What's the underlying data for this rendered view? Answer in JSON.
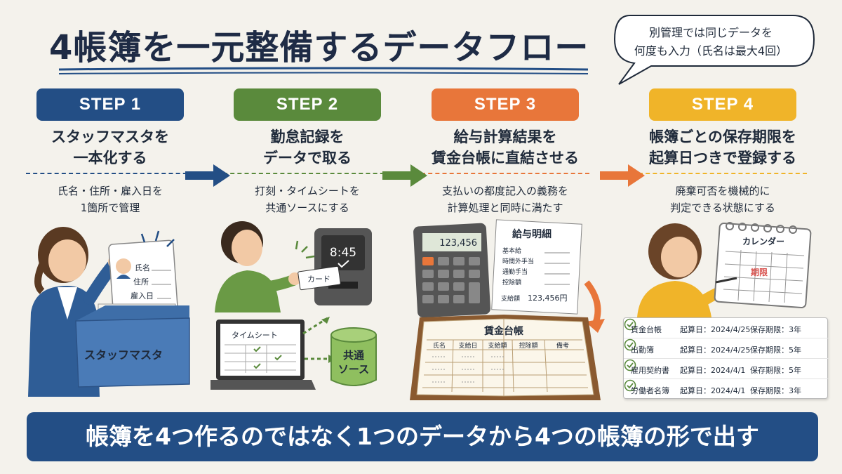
{
  "title": "4帳簿を一元整備するデータフロー",
  "bubble": {
    "line1": "別管理では同じデータを",
    "line2": "何度も入力（氏名は最大4回）"
  },
  "steps": [
    {
      "label": "STEP 1",
      "title1": "スタッフマスタを",
      "title2": "一本化する",
      "desc1": "氏名・住所・雇入日を",
      "desc2": "1箇所で管理",
      "color": "#234e85"
    },
    {
      "label": "STEP 2",
      "title1": "勤怠記録を",
      "title2": "データで取る",
      "desc1": "打刻・タイムシートを",
      "desc2": "共通ソースにする",
      "color": "#5a8a3c"
    },
    {
      "label": "STEP 3",
      "title1": "給与計算結果を",
      "title2": "賃金台帳に直結させる",
      "desc1": "支払いの都度記入の義務を",
      "desc2": "計算処理と同時に満たす",
      "color": "#e8763a"
    },
    {
      "label": "STEP 4",
      "title1": "帳簿ごとの保存期限を",
      "title2": "起算日つきで登録する",
      "desc1": "廃棄可否を機械的に",
      "desc2": "判定できる状態にする",
      "color": "#f0b429"
    }
  ],
  "step1_illus": {
    "card_name": "氏名",
    "card_address": "住所",
    "card_hire": "雇入日",
    "box_label": "スタッフマスタ"
  },
  "step2_illus": {
    "clock_time": "8:45",
    "card_label": "カード",
    "timesheet_title": "タイムシート",
    "source_label1": "共通",
    "source_label2": "ソース"
  },
  "step3_illus": {
    "calc_display": "123,456",
    "payslip_title": "給与明細",
    "payslip_items": [
      "基本給",
      "時間外手当",
      "通勤手当",
      "控除額"
    ],
    "payslip_total_label": "支給額",
    "payslip_total_value": "123,456円",
    "ledger_title": "賃金台帳",
    "ledger_columns": [
      "氏名",
      "支給日",
      "支給額",
      "控除額",
      "備考"
    ]
  },
  "step4_illus": {
    "calendar_title": "カレンダー",
    "calendar_mark": "期限",
    "records": [
      {
        "name": "賃金台帳",
        "start": "起算日：2024/4/25",
        "period": "保存期限：3年"
      },
      {
        "name": "出勤簿",
        "start": "起算日：2024/4/25",
        "period": "保存期限：5年"
      },
      {
        "name": "雇用契約書",
        "start": "起算日：2024/4/1",
        "period": "保存期限：5年"
      },
      {
        "name": "労働者名簿",
        "start": "起算日：2024/4/1",
        "period": "保存期限：3年"
      }
    ]
  },
  "footer": "帳簿を4つ作るのではなく1つのデータから4つの帳簿の形で出す"
}
